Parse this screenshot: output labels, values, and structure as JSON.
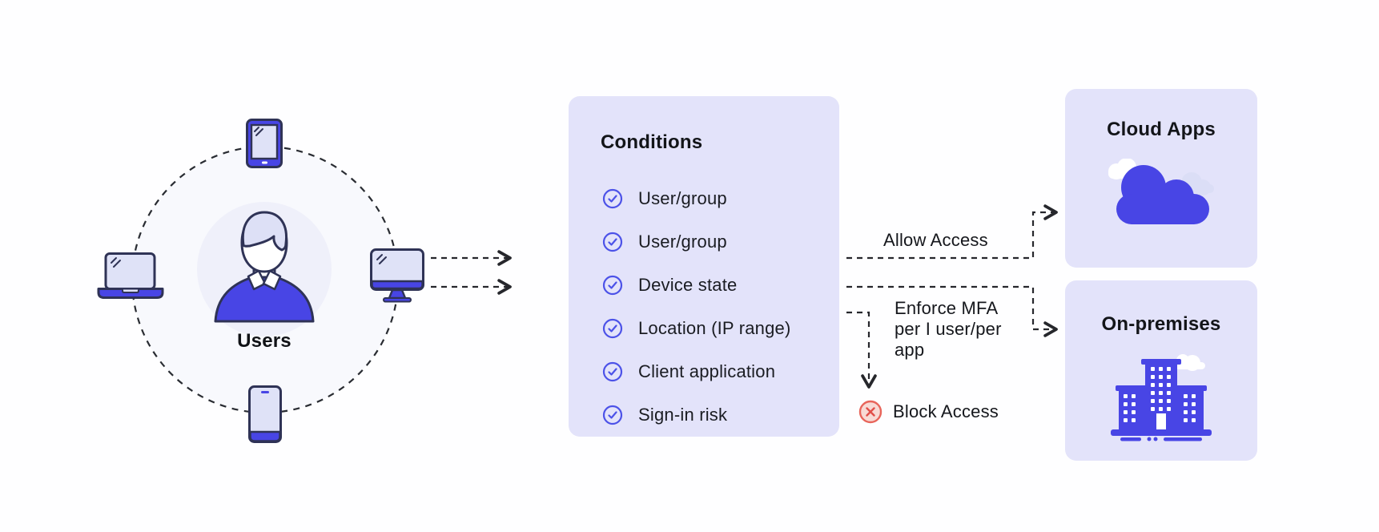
{
  "diagram": {
    "title_hint": "Conditional access flow",
    "users": {
      "label": "Users"
    },
    "conditions": {
      "title": "Conditions",
      "items": [
        {
          "label": "User/group"
        },
        {
          "label": "User/group"
        },
        {
          "label": "Device state"
        },
        {
          "label": "Location (IP range)"
        },
        {
          "label": "Client application"
        },
        {
          "label": "Sign-in risk"
        }
      ]
    },
    "outcomes": {
      "allow": {
        "label": "Allow Access"
      },
      "enforce": {
        "lines": [
          "Enforce MFA",
          "per I user/per",
          "app"
        ]
      },
      "block": {
        "label": "Block Access"
      }
    },
    "destinations": {
      "cloud": {
        "title": "Cloud Apps"
      },
      "onprem": {
        "title": "On-premises"
      }
    },
    "icons": {
      "check-icon": "circled checkmark",
      "block-icon": "circled x",
      "cloud-icon": "cloud",
      "building-icon": "office building",
      "user-avatar": "person bust",
      "tablet-icon": "tablet device",
      "laptop-icon": "laptop device",
      "monitor-icon": "desktop monitor",
      "phone-icon": "smartphone"
    },
    "colors": {
      "accent": "#4845E5",
      "panel": "#E3E3FA",
      "outline": "#2F3356",
      "dash": "#26272C",
      "text": "#15171C",
      "check": "#4C52E8",
      "danger": "#E14F49",
      "danger_fill": "#F8DAD5",
      "screen": "#DFE2F7",
      "hair": "#DDE0F6",
      "circle_fill": "#F8F9FD"
    }
  }
}
